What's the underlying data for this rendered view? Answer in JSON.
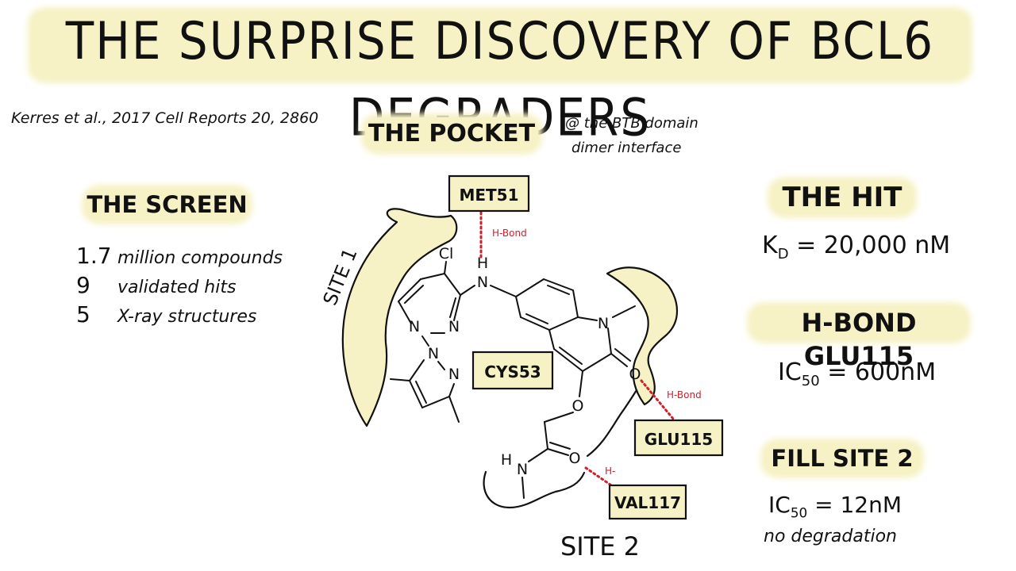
{
  "title": "THE SURPRISE DISCOVERY OF BCL6 DEGRADERS",
  "reference": "Kerres et al., 2017 Cell Reports 20, 2860",
  "pocket": {
    "heading": "THE POCKET",
    "subtitle_line1": "@ the BTB domain",
    "subtitle_line2": "dimer interface"
  },
  "screen": {
    "heading": "THE SCREEN",
    "items": [
      {
        "number": "1.7",
        "text": "million compounds"
      },
      {
        "number": "9",
        "text": "validated hits"
      },
      {
        "number": "5",
        "text": "X-ray structures"
      }
    ]
  },
  "hit": {
    "heading": "THE HIT",
    "kd_label": "K",
    "kd_sub": "D",
    "kd_value": "= 20,000 nM"
  },
  "hbond_glu": {
    "heading": "H-BOND GLU115",
    "ic_label": "IC",
    "ic_sub": "50",
    "ic_value": "= 600nM"
  },
  "fill_site": {
    "heading": "FILL SITE 2",
    "ic_label": "IC",
    "ic_sub": "50",
    "ic_value": "= 12nM",
    "note": "no degradation"
  },
  "diagram": {
    "residues": {
      "met51": "MET51",
      "cys53": "CYS53",
      "glu115": "GLU115",
      "val117": "VAL117"
    },
    "sites": {
      "site1": "SITE 1",
      "site2": "SITE 2"
    },
    "bond_labels": {
      "hbond_met": "H-Bond",
      "hbond_glu": "H-Bond",
      "hbond_val": "H-"
    },
    "atoms": {
      "cl": "Cl",
      "nh_n": "N",
      "nh_h": "H",
      "pyr_n1": "N",
      "pyr_n2": "N",
      "pz_n1": "N",
      "pz_n2": "N",
      "q_n": "N",
      "q_o": "O",
      "ether_o": "O",
      "amide_o": "O",
      "amide_h": "H",
      "amide_n": "N"
    }
  },
  "colors": {
    "highlight": "#f7f2c6",
    "hbond": "#d21e2a",
    "ink": "#111111"
  }
}
